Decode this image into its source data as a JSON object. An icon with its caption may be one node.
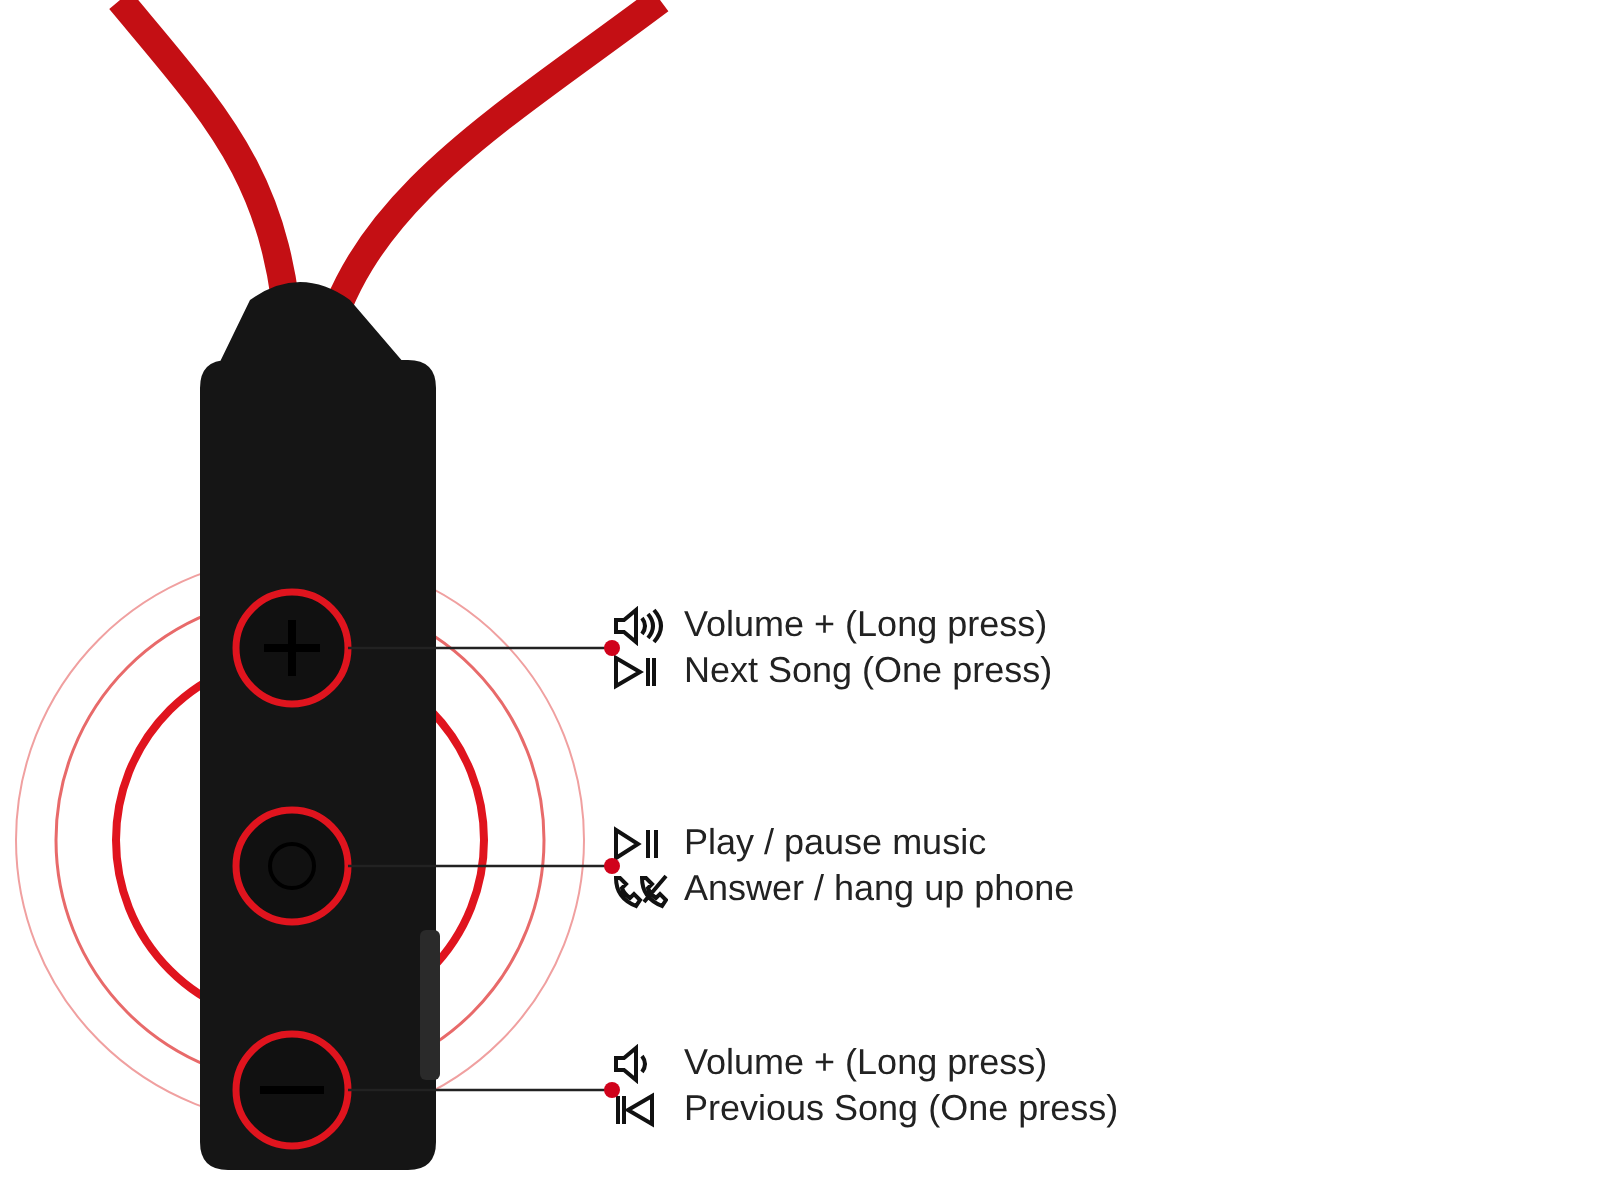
{
  "diagram": {
    "nodes": [
      {
        "text": [
          "Volume + (Long press)",
          "Next Song (One press)"
        ]
      },
      {
        "text": [
          "Play / pause music",
          "Answer / hang up phone"
        ]
      },
      {
        "text": [
          "Volume + (Long press)",
          "Previous Song (One press)"
        ]
      },
      {
        "text": [],
        "shape": "circle"
      },
      {
        "text": [],
        "shape": "circle"
      },
      {
        "text": [],
        "shape": "circle"
      }
    ],
    "edges": [
      {
        "from": 0,
        "to": 3,
        "arrow": "other"
      },
      {
        "from": 1,
        "to": 4,
        "arrow": "other"
      },
      {
        "from": 2,
        "to": 5,
        "arrow": "other"
      }
    ]
  }
}
